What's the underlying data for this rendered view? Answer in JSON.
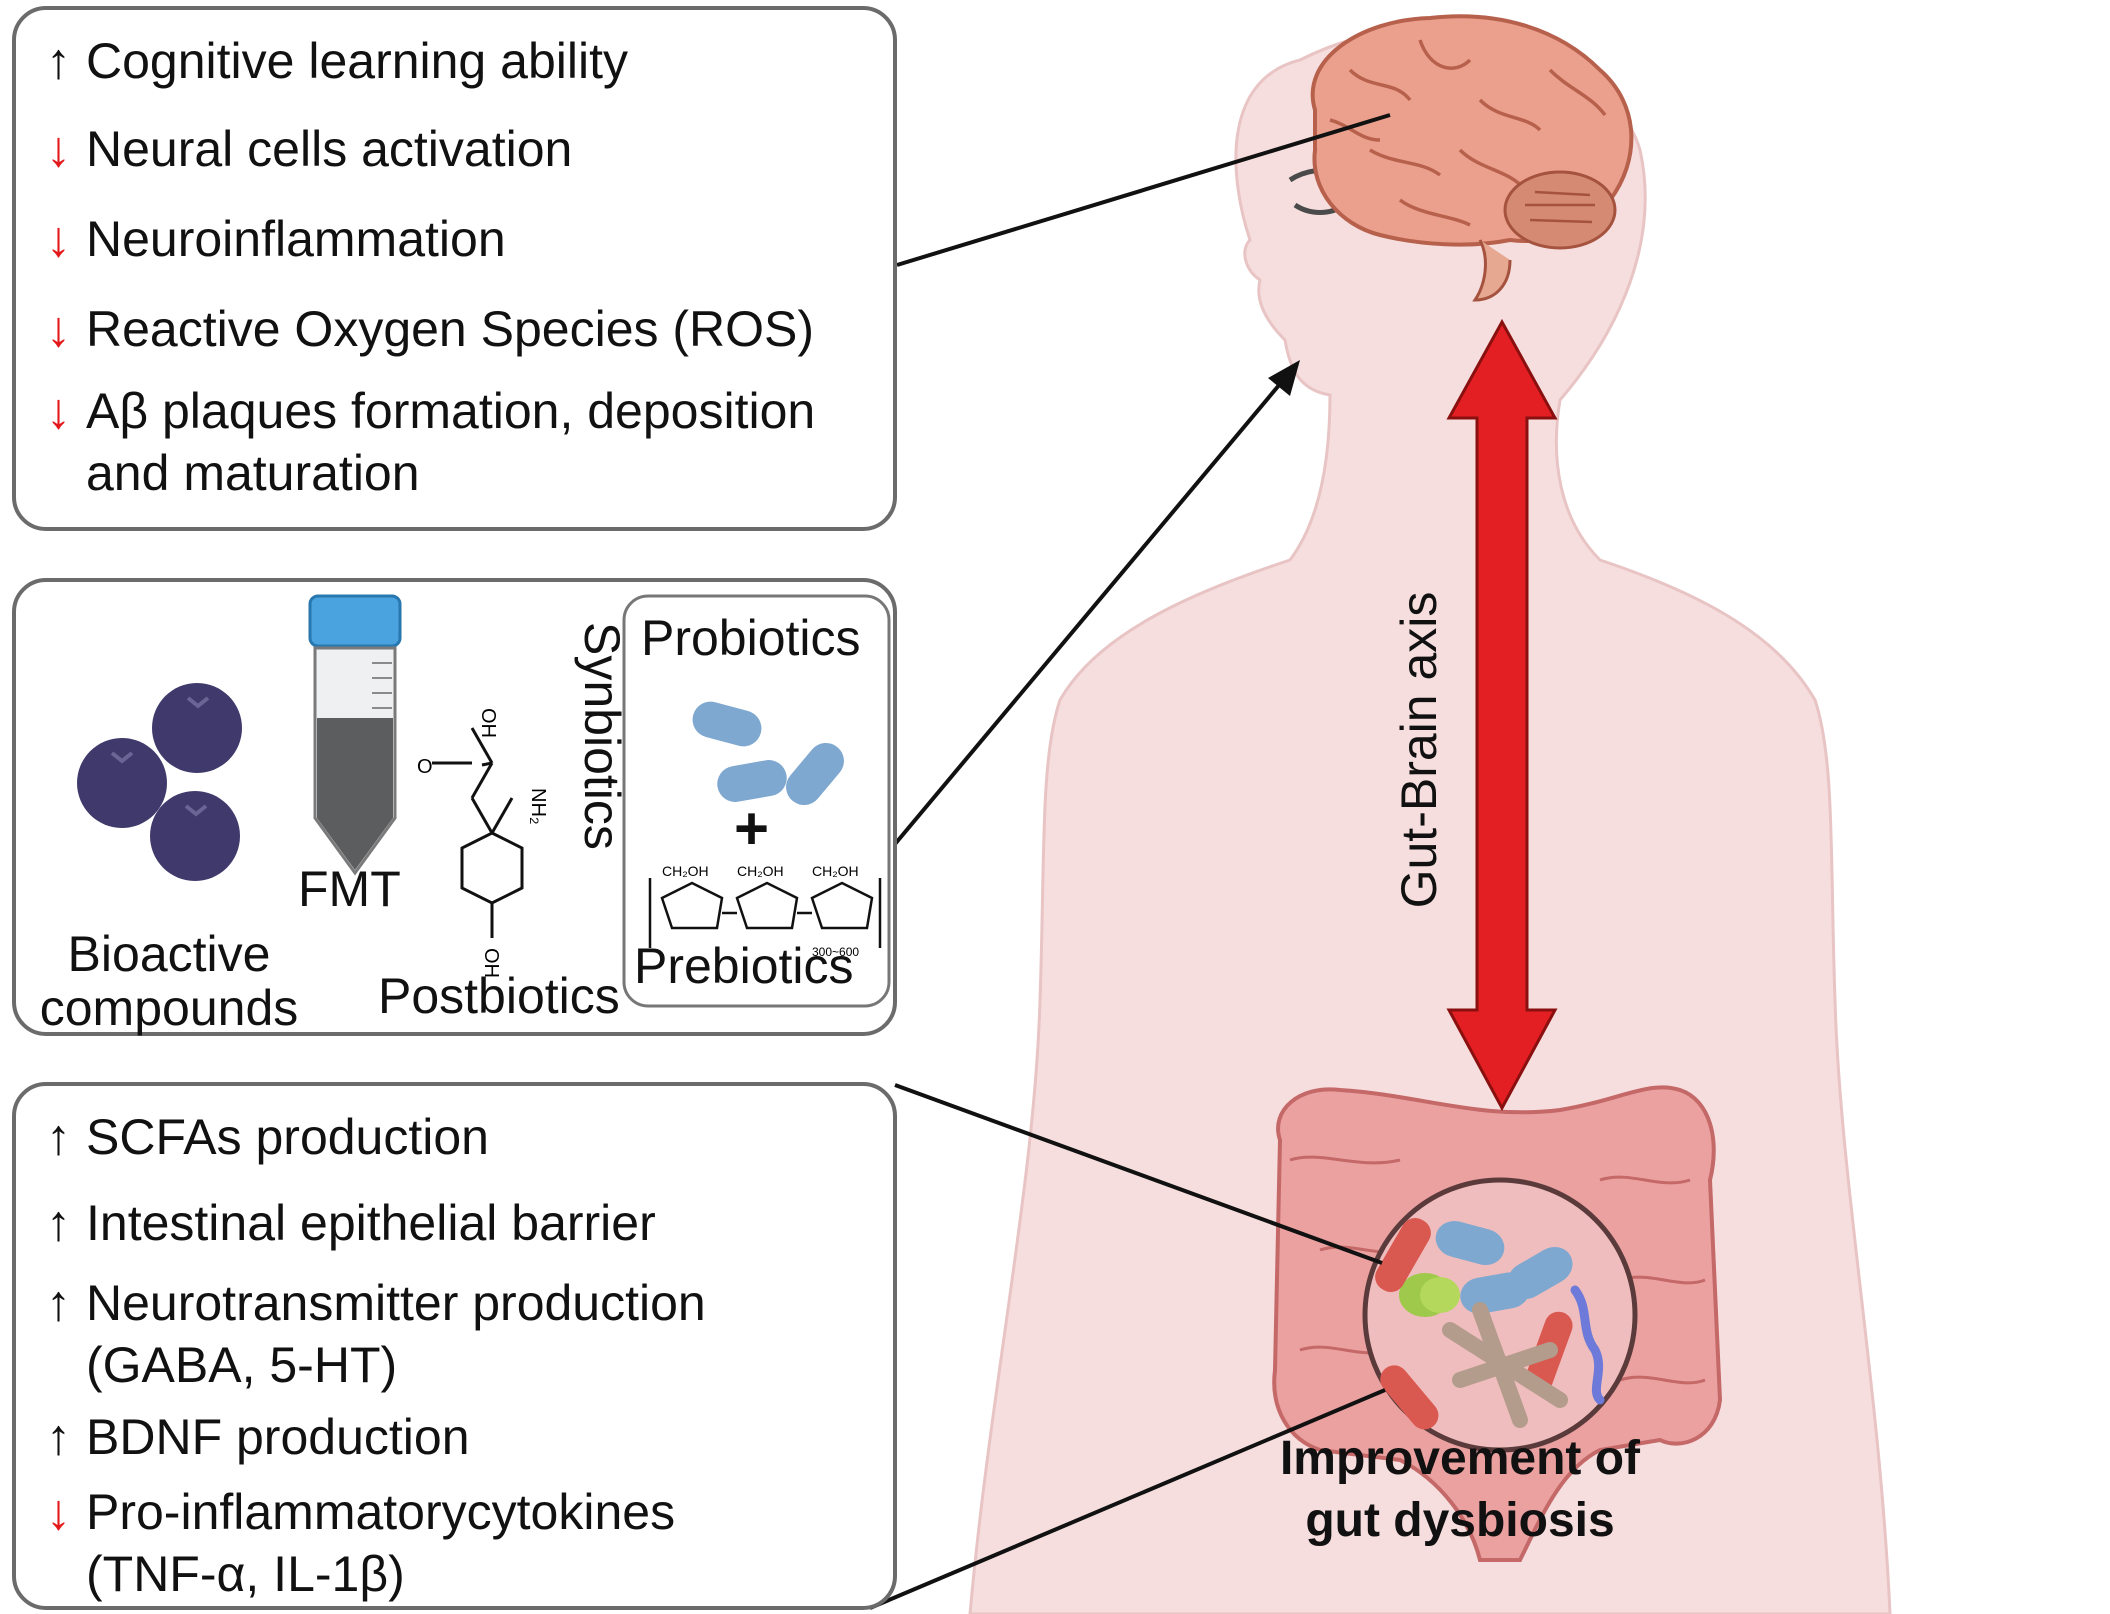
{
  "top_box": {
    "items": [
      {
        "direction": "up",
        "text": "Cognitive learning ability"
      },
      {
        "direction": "down",
        "text": "Neural cells activation"
      },
      {
        "direction": "down",
        "text": "Neuroinflammation"
      },
      {
        "direction": "down",
        "text": "Reactive Oxygen Species (ROS)"
      },
      {
        "direction": "down",
        "line1": "Aβ plaques formation, deposition",
        "line2": "and maturation"
      }
    ]
  },
  "middle_box": {
    "bioactive_line1": "Bioactive",
    "bioactive_line2": "compounds",
    "fmt": "FMT",
    "postbiotics": "Postbiotics",
    "synbiotics": "Synbiotics",
    "probiotics": "Probiotics",
    "plus": "+",
    "prebiotics": "Prebiotics",
    "chem": {
      "oh": "OH",
      "o": "O",
      "nh2": "NH₂",
      "ch2oh": "CH₂OH",
      "range": "300~600"
    }
  },
  "bottom_box": {
    "items": [
      {
        "direction": "up",
        "text": "SCFAs production"
      },
      {
        "direction": "up",
        "text": "Intestinal epithelial barrier"
      },
      {
        "direction": "up",
        "line1": "Neurotransmitter production",
        "line2": "(GABA, 5-HT)"
      },
      {
        "direction": "up",
        "text": "BDNF production"
      },
      {
        "direction": "down",
        "line1": "Pro-inflammatorycytokines",
        "line2": "(TNF-α, IL-1β)"
      }
    ]
  },
  "axis_label": "Gut-Brain axis",
  "gut_label": {
    "line1": "Improvement of",
    "line2": "gut dysbiosis"
  },
  "colors": {
    "up_arrow": "#111111",
    "down_arrow": "#e3191b",
    "axis_arrow": "#e31f23",
    "body": "#f4d9d9",
    "brain": "#eaa08d",
    "gut": "#eaa1a0",
    "berry": "#3f3a6b",
    "bacteria": "#7fa8d0",
    "tube_cap": "#4aa3df"
  }
}
